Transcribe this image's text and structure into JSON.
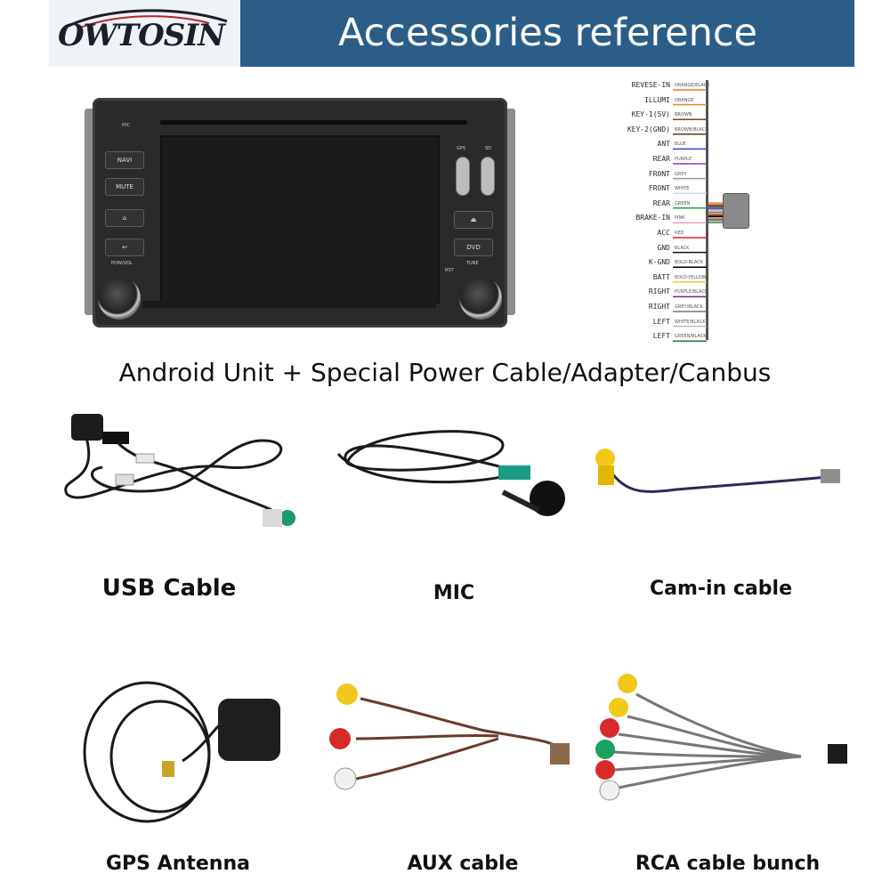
{
  "header": {
    "logo": "OWTOSIN",
    "title": "Accessories reference"
  },
  "head_unit": {
    "mic_label": "MIC",
    "gps_label": "GPS",
    "sd_label": "SD",
    "rst_label": "RST",
    "left_buttons": [
      "NAVI",
      "MUTE",
      "⌂",
      "↩"
    ],
    "right_buttons": [
      "⏏",
      "DVD"
    ],
    "pow_vol_label": "POW/VOL",
    "tune_label": "TUNE"
  },
  "wiring": {
    "pins": [
      {
        "label": "REVESE-IN",
        "color_label": "ORANGE/BLACK",
        "color": "#e07a1f"
      },
      {
        "label": "ILLUMI",
        "color_label": "ORANGE",
        "color": "#f08a20"
      },
      {
        "label": "KEY-1(5V)",
        "color_label": "BROWN",
        "color": "#7a4a22"
      },
      {
        "label": "KEY-2(GND)",
        "color_label": "BROWN/BLACK",
        "color": "#5a3a1c"
      },
      {
        "label": "ANT",
        "color_label": "BLUE",
        "color": "#2a48d0"
      },
      {
        "label": "REAR",
        "color_label": "PURPLE",
        "color": "#8a3bb0"
      },
      {
        "label": "FRONT",
        "color_label": "GREY",
        "color": "#9a9a9a"
      },
      {
        "label": "FRONT",
        "color_label": "WHITE",
        "color": "#d8d8d8"
      },
      {
        "label": "REAR",
        "color_label": "GREEN",
        "color": "#2aa040"
      },
      {
        "label": "BRAKE-IN",
        "color_label": "PINK",
        "color": "#f29ab8"
      },
      {
        "label": "ACC",
        "color_label": "RED",
        "color": "#e02020"
      },
      {
        "label": "GND",
        "color_label": "BLACK",
        "color": "#111111"
      },
      {
        "label": "K-GND",
        "color_label": "BOLD-BLACK",
        "color": "#000000"
      },
      {
        "label": "BATT",
        "color_label": "BOLD-YELLOW",
        "color": "#f2d21a"
      },
      {
        "label": "RIGHT",
        "color_label": "PURPLE/BLACK",
        "color": "#6a2a8a"
      },
      {
        "label": "RIGHT",
        "color_label": "GREY/BLACK",
        "color": "#777777"
      },
      {
        "label": "LEFT",
        "color_label": "WHITE/BLACK",
        "color": "#bbbbbb"
      },
      {
        "label": "LEFT",
        "color_label": "GREEN/BLACK",
        "color": "#1f7a30"
      }
    ]
  },
  "captions": {
    "unit": "Android Unit + Special Power Cable/Adapter/Canbus",
    "usb": "USB Cable",
    "mic": "MIC",
    "cam": "Cam-in cable",
    "gps": "GPS Antenna",
    "aux": "AUX cable",
    "rca": "RCA cable bunch"
  }
}
